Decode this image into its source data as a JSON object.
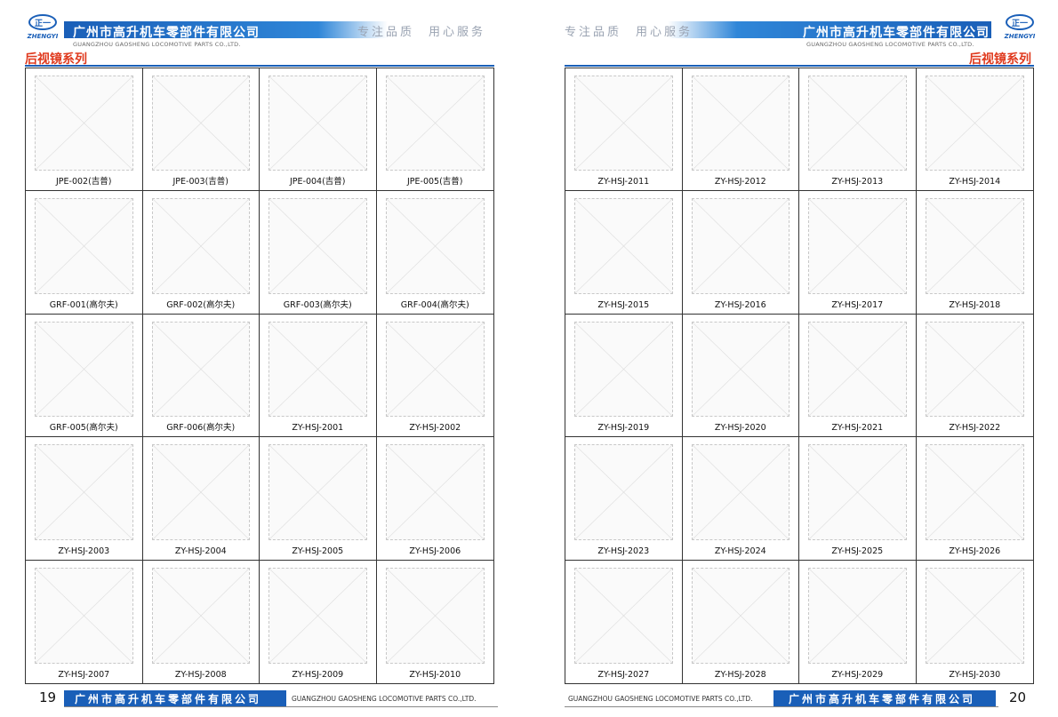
{
  "company_cn": "广州市高升机车零部件有限公司",
  "company_en": "GUANGZHOU GAOSHENG LOCOMOTIVE PARTS CO.,LTD.",
  "slogan": "专注品质　用心服务",
  "logo_mark": "正一",
  "logo_text": "ZHENGYI",
  "section_title": "后视镜系列",
  "colors": {
    "brand_blue": "#1a5fb8",
    "title_red": "#e03a1e"
  },
  "left_page": {
    "page_number": "19",
    "items": [
      "JPE-002(吉普)",
      "JPE-003(吉普)",
      "JPE-004(吉普)",
      "JPE-005(吉普)",
      "GRF-001(高尔夫)",
      "GRF-002(高尔夫)",
      "GRF-003(高尔夫)",
      "GRF-004(高尔夫)",
      "GRF-005(高尔夫)",
      "GRF-006(高尔夫)",
      "ZY-HSJ-2001",
      "ZY-HSJ-2002",
      "ZY-HSJ-2003",
      "ZY-HSJ-2004",
      "ZY-HSJ-2005",
      "ZY-HSJ-2006",
      "ZY-HSJ-2007",
      "ZY-HSJ-2008",
      "ZY-HSJ-2009",
      "ZY-HSJ-2010"
    ]
  },
  "right_page": {
    "page_number": "20",
    "items": [
      "ZY-HSJ-2011",
      "ZY-HSJ-2012",
      "ZY-HSJ-2013",
      "ZY-HSJ-2014",
      "ZY-HSJ-2015",
      "ZY-HSJ-2016",
      "ZY-HSJ-2017",
      "ZY-HSJ-2018",
      "ZY-HSJ-2019",
      "ZY-HSJ-2020",
      "ZY-HSJ-2021",
      "ZY-HSJ-2022",
      "ZY-HSJ-2023",
      "ZY-HSJ-2024",
      "ZY-HSJ-2025",
      "ZY-HSJ-2026",
      "ZY-HSJ-2027",
      "ZY-HSJ-2028",
      "ZY-HSJ-2029",
      "ZY-HSJ-2030"
    ]
  }
}
